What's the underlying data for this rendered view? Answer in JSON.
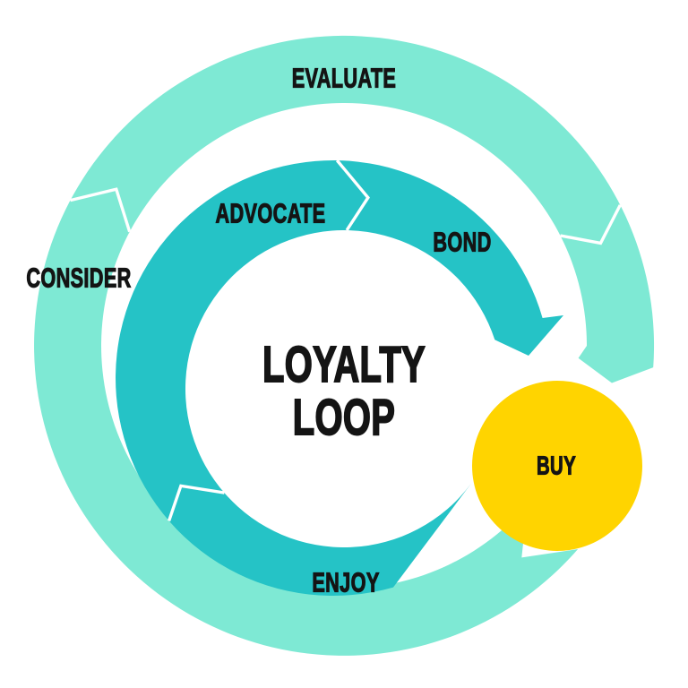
{
  "diagram": {
    "title": {
      "line1": "LOYALTY",
      "line2": "LOOP"
    },
    "stages": {
      "consider": "CONSIDER",
      "evaluate": "EVALUATE",
      "buy": "BUY",
      "enjoy": "ENJOY",
      "advocate": "ADVOCATE",
      "bond": "BOND"
    },
    "colors": {
      "outer_ring": "#7EE9D4",
      "inner_ring": "#25C3C6",
      "buy_circle": "#FFD400",
      "separator": "#FFFFFF",
      "text": "#141414",
      "background": "#FFFFFF"
    }
  }
}
